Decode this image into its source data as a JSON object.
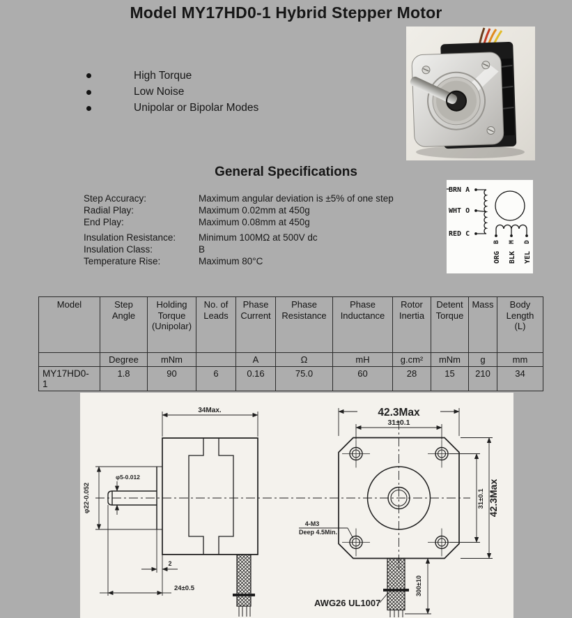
{
  "colors": {
    "page_bg": "#ADADAD",
    "panel_bg": "#F4F2ED",
    "ink": "#1F1F1F"
  },
  "page": {
    "title": "Model MY17HD0-1 Hybrid Stepper Motor"
  },
  "features": {
    "items": [
      "High Torque",
      "Low Noise",
      "Unipolar or Bipolar Modes"
    ]
  },
  "general_specs": {
    "heading": "General Specifications",
    "rows": [
      {
        "label": "Step Accuracy:",
        "value": "Maximum angular deviation is ±5% of one step"
      },
      {
        "label": "Radial Play:",
        "value": "Maximum 0.02mm at 450g"
      },
      {
        "label": "End Play:",
        "value": "Maximum 0.08mm at 450g"
      },
      {
        "label": "Insulation Resistance:",
        "value": "Minimum 100MΩ at 500V dc"
      },
      {
        "label": "Insulation Class:",
        "value": "B"
      },
      {
        "label": "Temperature Rise:",
        "value": "Maximum 80°C"
      }
    ]
  },
  "wiring": {
    "phases": [
      "BRN A",
      "WHT O",
      "RED C"
    ],
    "terminals": [
      "B",
      "M",
      "D"
    ],
    "wire_colors": [
      "ORG",
      "BLK",
      "YEL"
    ]
  },
  "spec_table": {
    "headers": [
      "Model",
      "Step Angle",
      "Holding Torque (Unipolar)",
      "No. of Leads",
      "Phase Current",
      "Phase Resistance",
      "Phase Inductance",
      "Rotor Inertia",
      "Detent Torque",
      "Mass",
      "Body Length (L)"
    ],
    "units": [
      "",
      "Degree",
      "mNm",
      "",
      "A",
      "Ω",
      "mH",
      "g.cm²",
      "mNm",
      "g",
      "mm"
    ],
    "rows": [
      [
        "MY17HD0-1",
        "1.8",
        "90",
        "6",
        "0.16",
        "75.0",
        "60",
        "28",
        "15",
        "210",
        "34"
      ]
    ]
  },
  "drawings": {
    "side_view": {
      "dim_length": "34Max.",
      "dim_shaft": "φ5-0.012",
      "dim_boss": "φ22-0.052",
      "dim_boss_depth": "2",
      "dim_shaft_len": "24±0.5"
    },
    "front_view": {
      "dim_width_top": "42.3Max",
      "dim_holes_top": "31±0.1",
      "dim_holes_right": "31±0.1",
      "dim_width_right": "42.3Max",
      "screw_note_1": "4-M3",
      "screw_note_2": "Deep 4.5Min.",
      "wire_note": "AWG26 UL1007",
      "dim_wire_len": "300±10"
    }
  }
}
